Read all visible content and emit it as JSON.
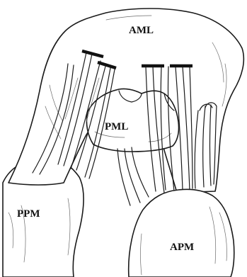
{
  "labels": {
    "aml": "AML",
    "pml": "PML",
    "ppm": "PPM",
    "apm": "APM"
  }
}
